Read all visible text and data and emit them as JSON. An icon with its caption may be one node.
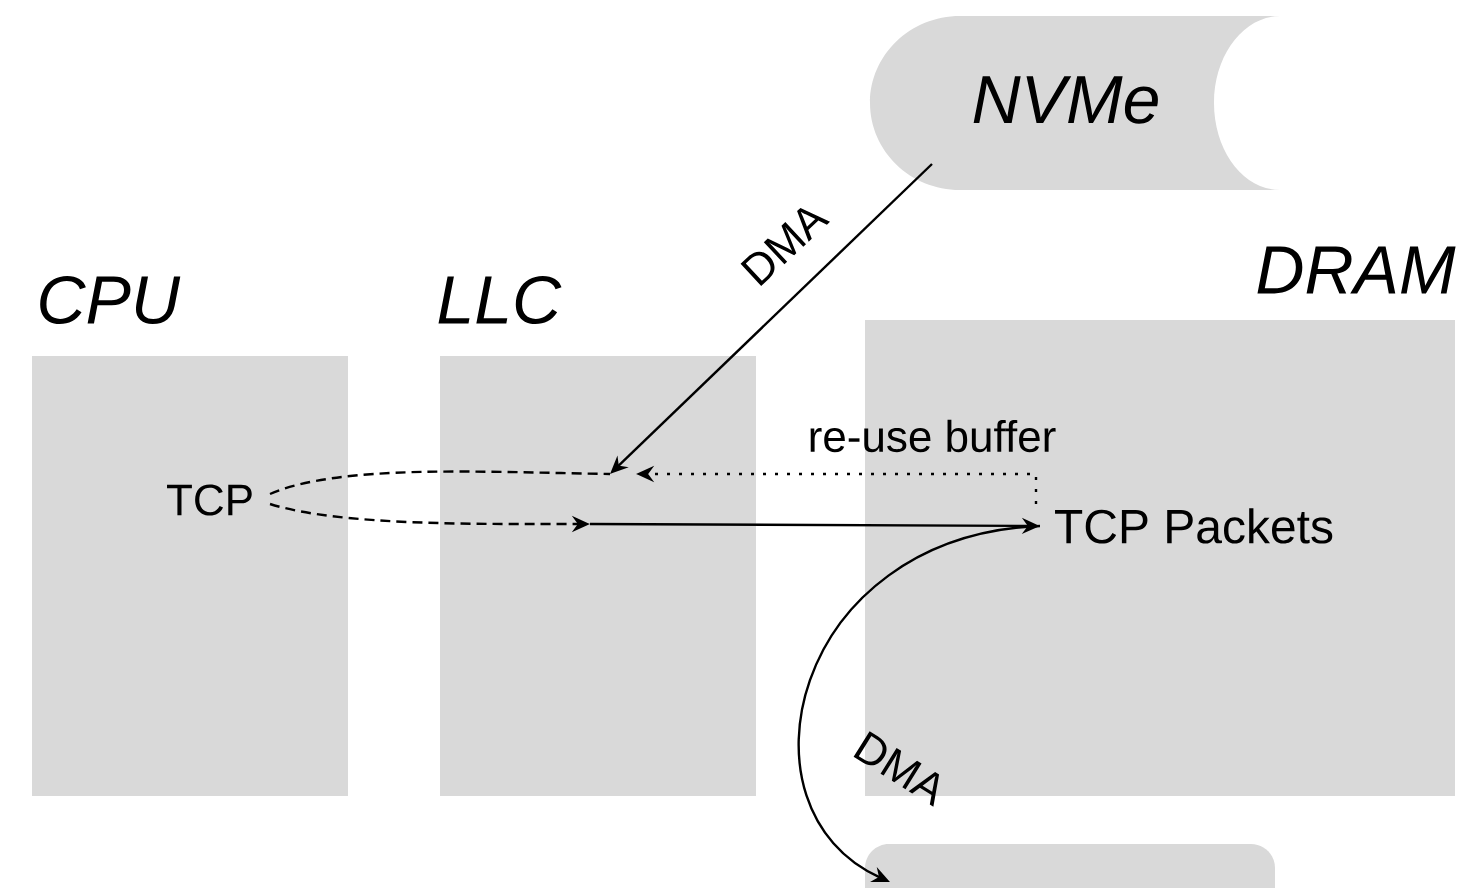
{
  "diagram": {
    "nodes": [
      {
        "text": [
          "NVMe"
        ]
      },
      {
        "text": [
          "CPU"
        ]
      },
      {
        "text": [
          "TCP"
        ],
        "in": 1
      },
      {
        "text": [
          "LLC"
        ]
      },
      {
        "text": [
          "DRAM"
        ]
      },
      {
        "text": [
          "TCP Packets"
        ],
        "in": 4
      },
      {
        "text": [],
        "shape": "box"
      }
    ],
    "edges": [
      {
        "from": 0,
        "to": 3,
        "arrow": "to",
        "label": "DMA"
      },
      {
        "from": 2,
        "to": 3,
        "arrow": "none",
        "style": "dashed"
      },
      {
        "from": 2,
        "to": 3,
        "arrow": "to",
        "style": "dashed"
      },
      {
        "from": 3,
        "to": 5,
        "arrow": "to"
      },
      {
        "from": 5,
        "to": 3,
        "arrow": "to",
        "style": "dashed",
        "label": "re-use buffer"
      },
      {
        "from": 5,
        "to": 6,
        "arrow": "to",
        "label": "DMA"
      }
    ]
  }
}
